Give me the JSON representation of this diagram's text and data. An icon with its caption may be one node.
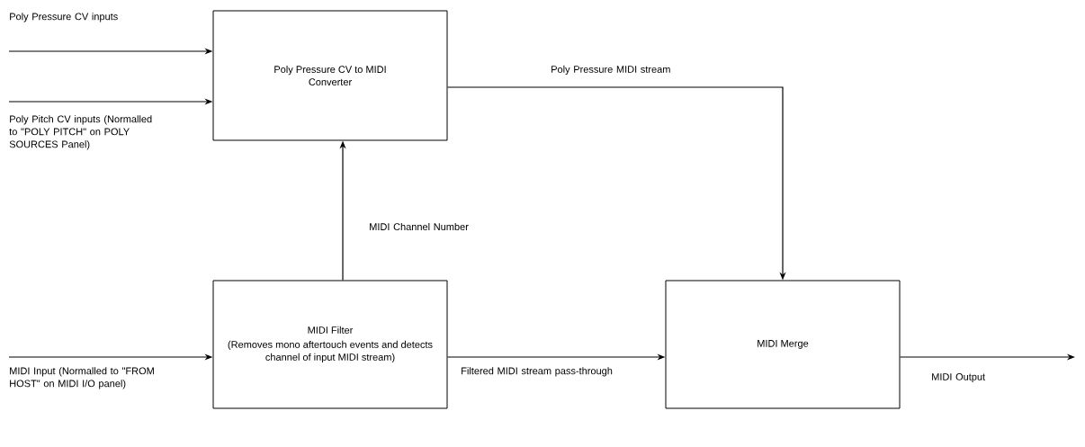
{
  "diagram": {
    "nodes": [
      {
        "text": [
          "Poly Pressure CV to MIDI Converter"
        ]
      },
      {
        "text": [
          "MIDI Filter",
          "(Removes mono aftertouch events and detects channel of input MIDI stream)"
        ]
      },
      {
        "text": [
          "MIDI Merge"
        ]
      }
    ],
    "edges": [
      {
        "from": null,
        "to": 0,
        "arrow": "to",
        "label": "Poly Pressure CV inputs"
      },
      {
        "from": null,
        "to": 0,
        "arrow": "to",
        "label": "Poly Pitch CV inputs (Normalled to \"POLY PITCH\" on POLY SOURCES Panel)"
      },
      {
        "from": null,
        "to": 1,
        "arrow": "to",
        "label": "MIDI Input (Normalled to \"FROM HOST\" on MIDI I/O panel)"
      },
      {
        "from": 1,
        "to": 0,
        "arrow": "to",
        "label": "MIDI Channel Number"
      },
      {
        "from": 0,
        "to": 2,
        "arrow": "to",
        "label": "Poly Pressure MIDI stream"
      },
      {
        "from": 1,
        "to": 2,
        "arrow": "to",
        "label": "Filtered MIDI stream pass-through"
      },
      {
        "from": 2,
        "to": null,
        "arrow": "to",
        "label": "MIDI Output"
      }
    ]
  }
}
